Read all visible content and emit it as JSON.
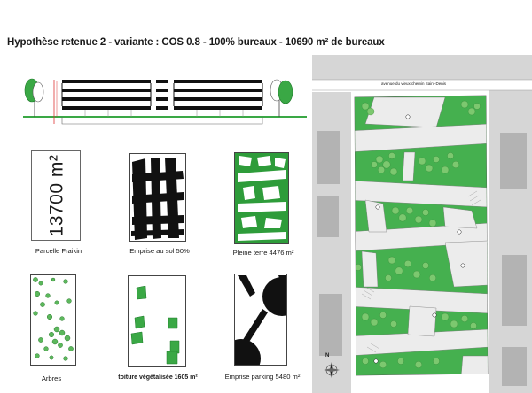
{
  "header": {
    "title": "Hypothèse retenue 2 - variante :  COS 0.8 - 100% bureaux - 10690 m² de bureaux"
  },
  "diagrams": {
    "parcel": {
      "area_label": "13700 m²",
      "caption": "Parcelle Fraikin"
    },
    "footprint": {
      "caption": "Emprise au sol 50%"
    },
    "open_ground": {
      "caption": "Pleine terre 4476 m²"
    },
    "trees": {
      "caption": "Arbres"
    },
    "green_roof": {
      "caption": "toiture végétalisée  1605 m²"
    },
    "parking": {
      "caption": "Emprise parking  5480 m²"
    }
  },
  "plan": {
    "street_label": "avenue du vieux chemin Saint-Denis",
    "compass_label": "N"
  },
  "colors": {
    "green": "#3aa845",
    "dark_green": "#1e7a2a",
    "black": "#111111",
    "site_gray": "#d6d6d6",
    "building_gray": "#b3b3b3",
    "lawn_green": "#45b04f"
  }
}
